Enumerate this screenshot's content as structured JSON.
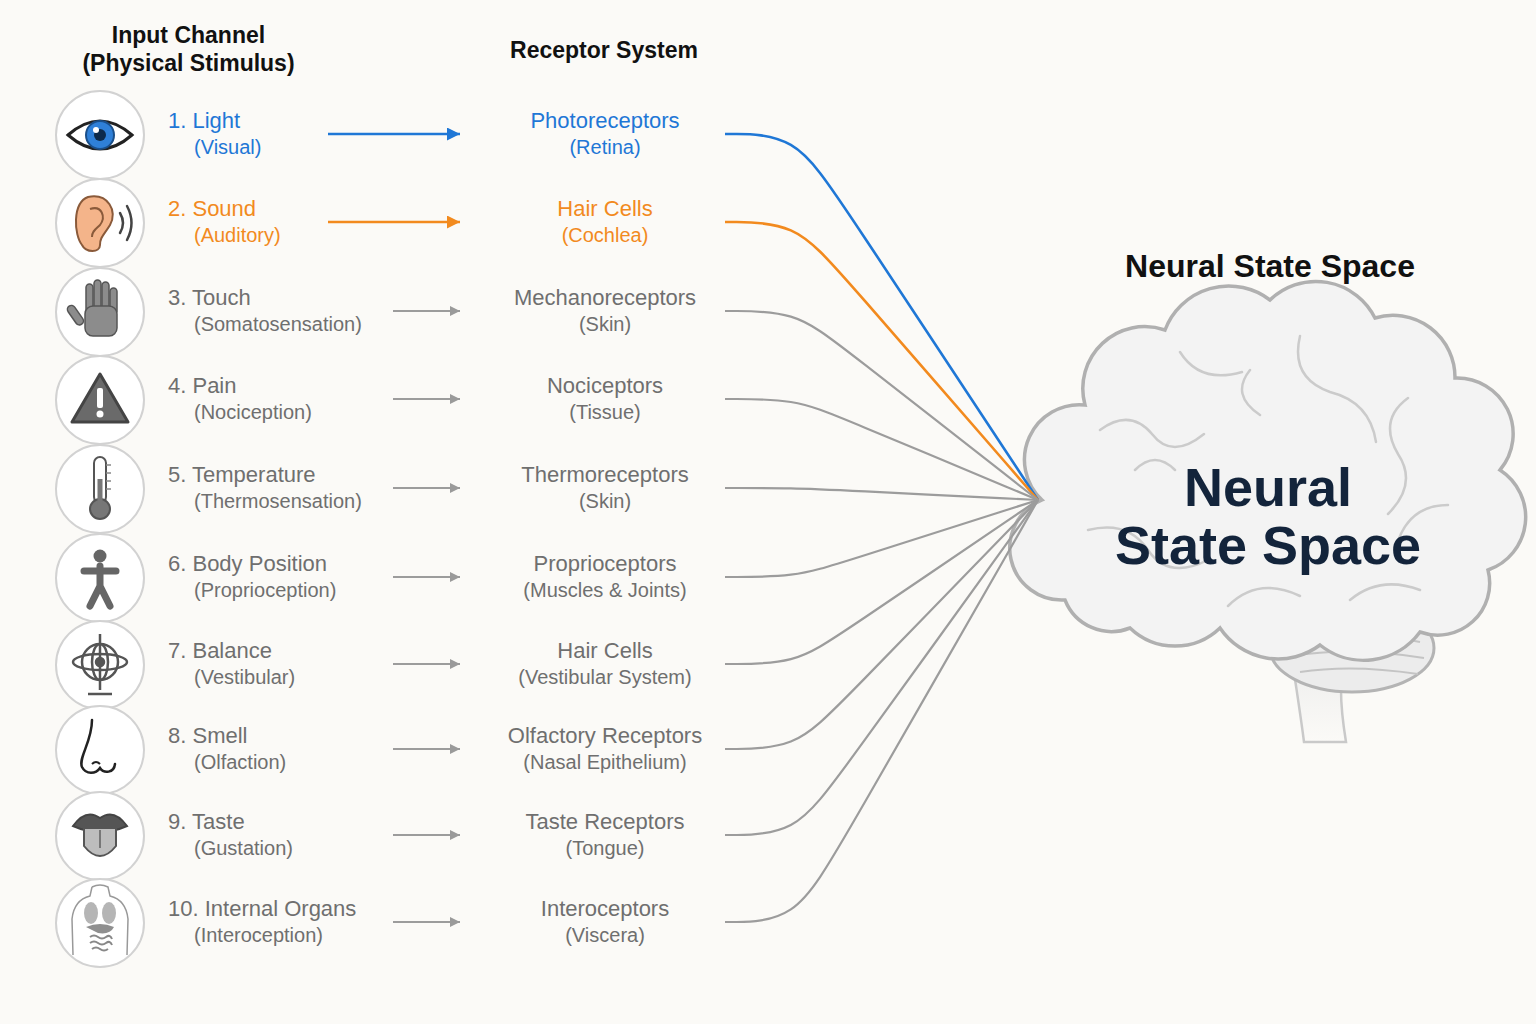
{
  "diagram": {
    "nodes": [
      {
        "text": [
          "1. Light",
          "(Visual)"
        ]
      },
      {
        "text": [
          "2. Sound",
          "(Auditory)"
        ]
      },
      {
        "text": [
          "3. Touch",
          "(Somatosensation)"
        ]
      },
      {
        "text": [
          "4. Pain",
          "(Nociception)"
        ]
      },
      {
        "text": [
          "5. Temperature",
          "(Thermosensation)"
        ]
      },
      {
        "text": [
          "6. Body Position",
          "(Proprioception)"
        ]
      },
      {
        "text": [
          "7. Balance",
          "(Vestibular)"
        ]
      },
      {
        "text": [
          "8. Smell",
          "(Olfaction)"
        ]
      },
      {
        "text": [
          "9. Taste",
          "(Gustation)"
        ]
      },
      {
        "text": [
          "10. Internal Organs",
          "(Interoception)"
        ]
      },
      {
        "text": [
          "Photoreceptors",
          "(Retina)"
        ]
      },
      {
        "text": [
          "Hair Cells",
          "(Cochlea)"
        ]
      },
      {
        "text": [
          "Mechanoreceptors",
          "(Skin)"
        ]
      },
      {
        "text": [
          "Nociceptors",
          "(Tissue)"
        ]
      },
      {
        "text": [
          "Thermoreceptors",
          "(Skin)"
        ]
      },
      {
        "text": [
          "Proprioceptors",
          "(Muscles & Joints)"
        ]
      },
      {
        "text": [
          "Hair Cells",
          "(Vestibular System)"
        ]
      },
      {
        "text": [
          "Olfactory Receptors",
          "(Nasal Epithelium)"
        ]
      },
      {
        "text": [
          "Taste Receptors",
          "(Tongue)"
        ]
      },
      {
        "text": [
          "Interoceptors",
          "(Viscera)"
        ]
      },
      {
        "text": [
          "Neural State Space",
          "Neural State Space"
        ]
      }
    ],
    "edges": [
      {
        "from": 0,
        "to": 10,
        "arrow": "to"
      },
      {
        "from": 1,
        "to": 11,
        "arrow": "to"
      },
      {
        "from": 2,
        "to": 12,
        "arrow": "to"
      },
      {
        "from": 3,
        "to": 13,
        "arrow": "to"
      },
      {
        "from": 4,
        "to": 14,
        "arrow": "to"
      },
      {
        "from": 5,
        "to": 15,
        "arrow": "to"
      },
      {
        "from": 6,
        "to": 16,
        "arrow": "to"
      },
      {
        "from": 7,
        "to": 17,
        "arrow": "to"
      },
      {
        "from": 8,
        "to": 18,
        "arrow": "to"
      },
      {
        "from": 9,
        "to": 19,
        "arrow": "to"
      },
      {
        "from": 10,
        "to": 20,
        "arrow": "none"
      },
      {
        "from": 11,
        "to": 20,
        "arrow": "none"
      },
      {
        "from": 12,
        "to": 20,
        "arrow": "none"
      },
      {
        "from": 13,
        "to": 20,
        "arrow": "none"
      },
      {
        "from": 14,
        "to": 20,
        "arrow": "none"
      },
      {
        "from": 15,
        "to": 20,
        "arrow": "none"
      },
      {
        "from": 16,
        "to": 20,
        "arrow": "none"
      },
      {
        "from": 17,
        "to": 20,
        "arrow": "none"
      },
      {
        "from": 18,
        "to": 20,
        "arrow": "none"
      },
      {
        "from": 19,
        "to": 20,
        "arrow": "none"
      }
    ],
    "labels": [
      "Input Channel (Physical Stimulus)",
      "Receptor System"
    ]
  }
}
